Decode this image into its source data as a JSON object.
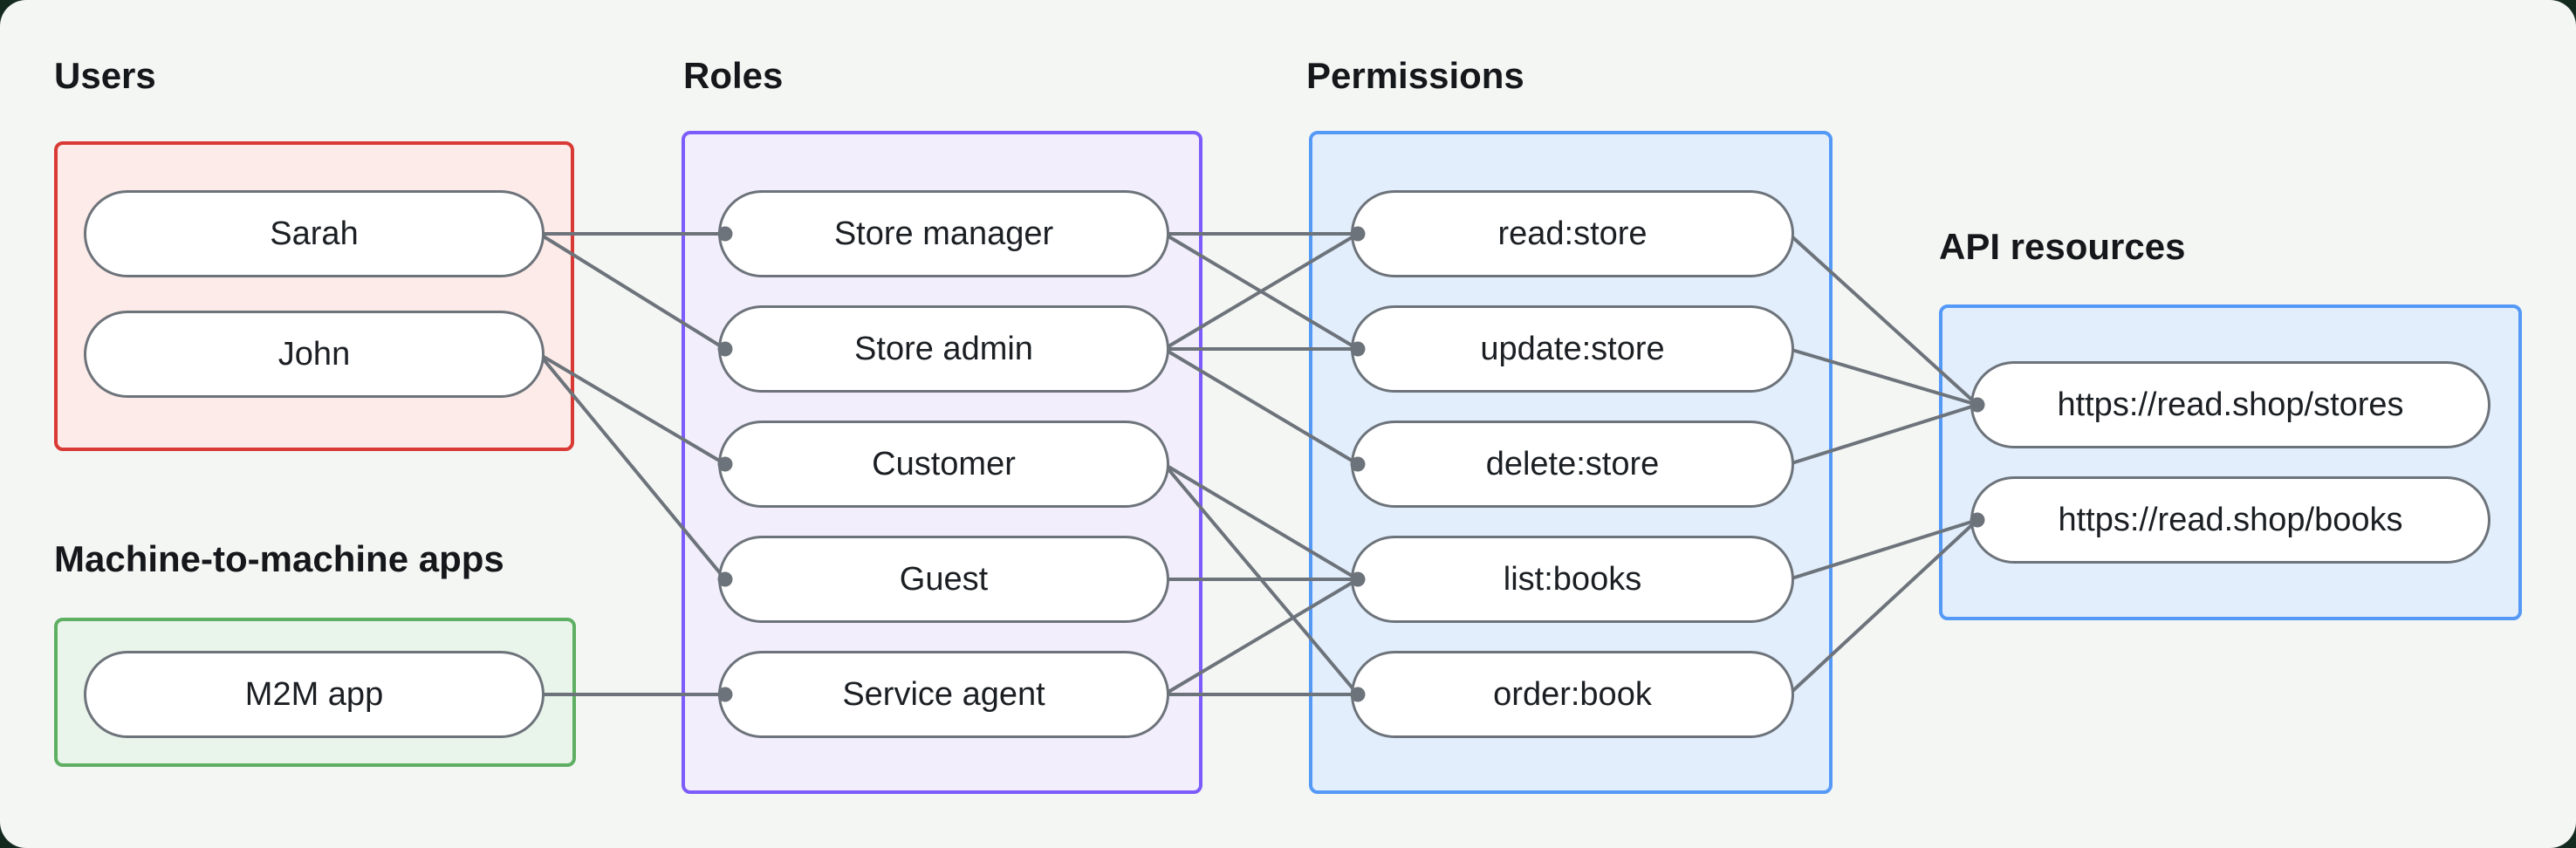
{
  "diagram": {
    "colors": {
      "outer_background": "#152a1e",
      "panel_background": "#f4f6f4",
      "line": "#6d737a",
      "node_border": "#6d737a",
      "node_fill": "#ffffff",
      "node_text": "#1b1f23",
      "label_text": "#15181b"
    },
    "groups": [
      {
        "id": "users",
        "label": "Users",
        "border_color": "#d93a35",
        "fill_color": "#fcebe8",
        "nodes": [
          "sarah",
          "john"
        ]
      },
      {
        "id": "m2m-apps",
        "label": "Machine-to-machine apps",
        "border_color": "#5faf63",
        "fill_color": "#e9f4ea",
        "nodes": [
          "m2m-app"
        ]
      },
      {
        "id": "roles",
        "label": "Roles",
        "border_color": "#7c5cfa",
        "fill_color": "#f2eefc",
        "nodes": [
          "store-manager",
          "store-admin",
          "customer",
          "guest",
          "service-agent"
        ]
      },
      {
        "id": "permissions",
        "label": "Permissions",
        "border_color": "#5599f7",
        "fill_color": "#e2eefc",
        "nodes": [
          "read-store",
          "update-store",
          "delete-store",
          "list-books",
          "order-book"
        ]
      },
      {
        "id": "api-resources",
        "label": "API resources",
        "border_color": "#5599f7",
        "fill_color": "#e2eefc",
        "nodes": [
          "stores-api",
          "books-api"
        ]
      }
    ],
    "nodes": {
      "sarah": "Sarah",
      "john": "John",
      "m2m-app": "M2M app",
      "store-manager": "Store manager",
      "store-admin": "Store admin",
      "customer": "Customer",
      "guest": "Guest",
      "service-agent": "Service agent",
      "read-store": "read:store",
      "update-store": "update:store",
      "delete-store": "delete:store",
      "list-books": "list:books",
      "order-book": "order:book",
      "stores-api": "https://read.shop/stores",
      "books-api": "https://read.shop/books"
    },
    "edges": [
      {
        "from": "sarah",
        "to": "store-manager"
      },
      {
        "from": "sarah",
        "to": "store-admin"
      },
      {
        "from": "john",
        "to": "customer"
      },
      {
        "from": "john",
        "to": "guest"
      },
      {
        "from": "m2m-app",
        "to": "service-agent"
      },
      {
        "from": "store-manager",
        "to": "read-store"
      },
      {
        "from": "store-manager",
        "to": "update-store"
      },
      {
        "from": "store-admin",
        "to": "read-store"
      },
      {
        "from": "store-admin",
        "to": "update-store"
      },
      {
        "from": "store-admin",
        "to": "delete-store"
      },
      {
        "from": "customer",
        "to": "list-books"
      },
      {
        "from": "customer",
        "to": "order-book"
      },
      {
        "from": "guest",
        "to": "list-books"
      },
      {
        "from": "service-agent",
        "to": "list-books"
      },
      {
        "from": "service-agent",
        "to": "order-book"
      },
      {
        "from": "read-store",
        "to": "stores-api"
      },
      {
        "from": "update-store",
        "to": "stores-api"
      },
      {
        "from": "delete-store",
        "to": "stores-api"
      },
      {
        "from": "list-books",
        "to": "books-api"
      },
      {
        "from": "order-book",
        "to": "books-api"
      }
    ]
  }
}
